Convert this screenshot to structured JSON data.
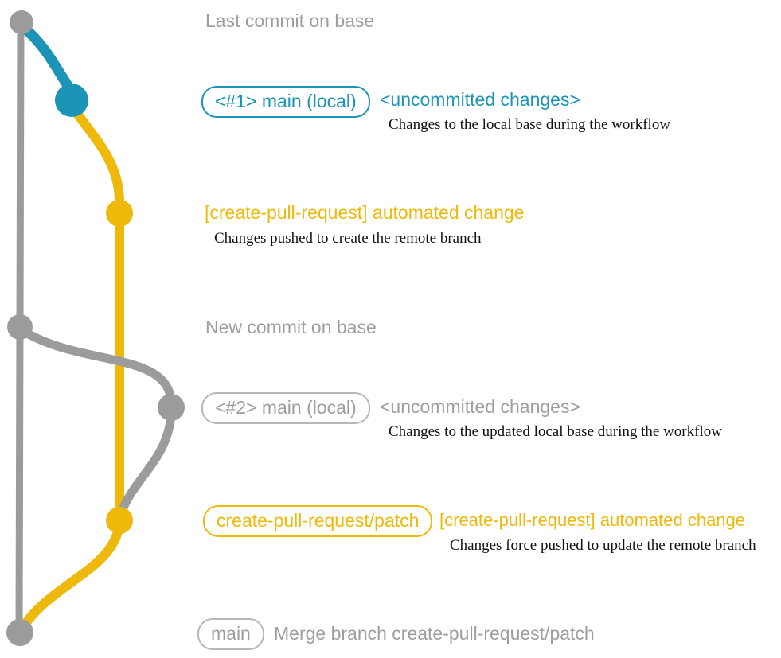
{
  "colors": {
    "teal": "#1b94b8",
    "yellow": "#eeb90a",
    "gray": "#9b9b9b",
    "gray_text": "#9e9e9e",
    "gray_border": "#b7b7b7",
    "black": "#111111",
    "bg": "#ffffff"
  },
  "graph": {
    "type": "git-branch-graph",
    "branches": [
      {
        "name": "base",
        "color_key": "gray"
      },
      {
        "name": "main-local",
        "color_key": "teal"
      },
      {
        "name": "create-pull-request/patch",
        "color_key": "yellow"
      }
    ],
    "nodes": [
      {
        "id": "last-commit-on-base",
        "color_key": "gray"
      },
      {
        "id": "main-local-1",
        "color_key": "teal"
      },
      {
        "id": "automated-change-1",
        "color_key": "yellow"
      },
      {
        "id": "new-commit-on-base",
        "color_key": "gray"
      },
      {
        "id": "main-local-2",
        "color_key": "gray"
      },
      {
        "id": "automated-change-2",
        "color_key": "yellow"
      },
      {
        "id": "merge-commit",
        "color_key": "gray"
      }
    ]
  },
  "annotations": {
    "last_commit": "Last commit on base",
    "new_commit": "New commit on base",
    "row1": {
      "badge": "<#1> main (local)",
      "status": "<uncommitted changes>",
      "caption": "Changes to the local base during the workflow"
    },
    "row2": {
      "message": "[create-pull-request] automated change",
      "caption": "Changes pushed to create the remote branch"
    },
    "row3": {
      "badge": "<#2> main (local)",
      "status": "<uncommitted changes>",
      "caption": "Changes to the updated local base during the workflow"
    },
    "row4": {
      "badge": "create-pull-request/patch",
      "message": "[create-pull-request] automated change",
      "caption": "Changes force pushed to update the remote branch"
    },
    "row5": {
      "badge": "main",
      "message": "Merge branch create-pull-request/patch"
    }
  }
}
